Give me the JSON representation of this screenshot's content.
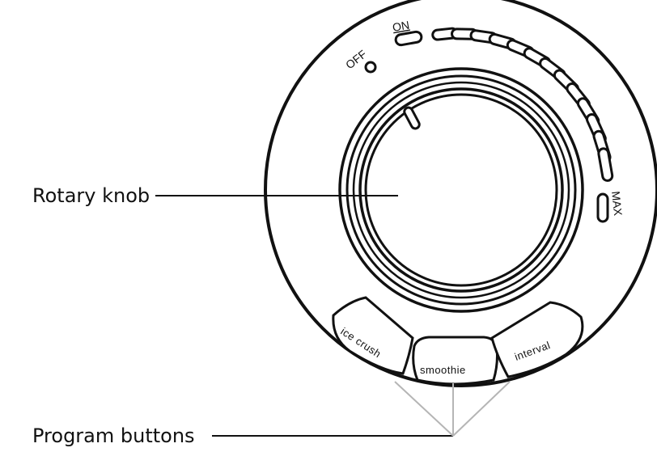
{
  "callouts": {
    "rotary_knob": "Rotary knob",
    "program_buttons": "Program buttons"
  },
  "dial": {
    "off_label": "OFF",
    "on_label": "ON",
    "max_label": "MAX",
    "speed_marks_count": 13
  },
  "buttons": [
    {
      "label": "ice crush"
    },
    {
      "label": "smoothie"
    },
    {
      "label": "interval"
    }
  ],
  "colors": {
    "stroke": "#111111",
    "background": "#ffffff"
  }
}
